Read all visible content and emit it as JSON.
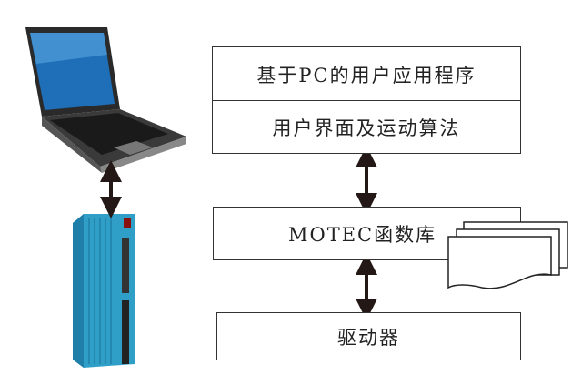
{
  "layers": [
    {
      "label": "基于PC的用户应用程序"
    },
    {
      "label": "用户界面及运动算法"
    },
    {
      "label": "MOTEC函数库"
    },
    {
      "label": "驱动器"
    }
  ],
  "colors": {
    "driver_body": "#2f9fc8",
    "arrow": "#231815",
    "border": "#333333"
  }
}
